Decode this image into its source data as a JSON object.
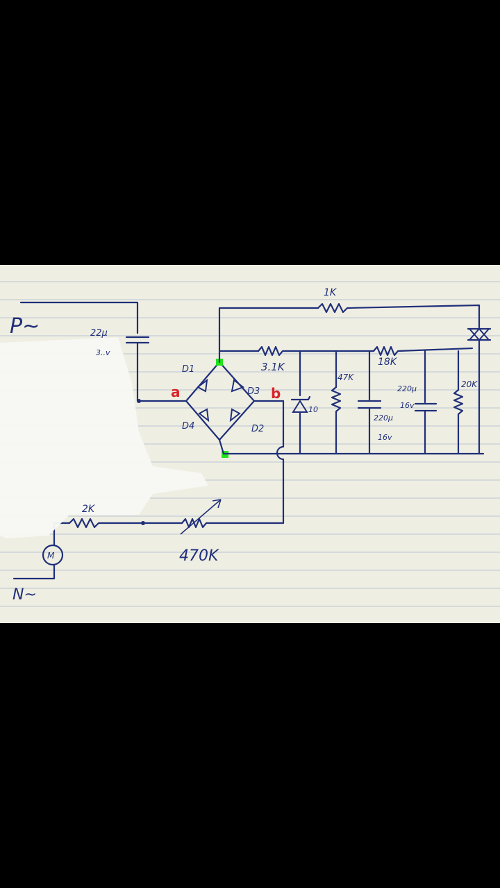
{
  "colors": {
    "background": "#000000",
    "paper": "#efeee2",
    "ink": "#1f2f7a",
    "red_label": "#d8232a",
    "marker": "#22e31c"
  },
  "labels": {
    "phase": "P~",
    "neutral": "N~",
    "motor": "M",
    "cap_main_value": "22µ",
    "cap_main_voltage": "3..v",
    "r_top": "1K",
    "r_series": "3.1K",
    "r_18k": "18K",
    "zener": "10",
    "r_47k": "47K",
    "cap_220_left": "220µ",
    "cap_220_left_v": "16v",
    "cap_220_right": "220µ",
    "cap_220_right_v": "16v",
    "r_20k": "20K",
    "d1": "D1",
    "d2": "D2",
    "d3": "D3",
    "d4": "D4",
    "node_a": "a",
    "node_b": "b",
    "r_2k": "2K",
    "pot": "470K"
  }
}
